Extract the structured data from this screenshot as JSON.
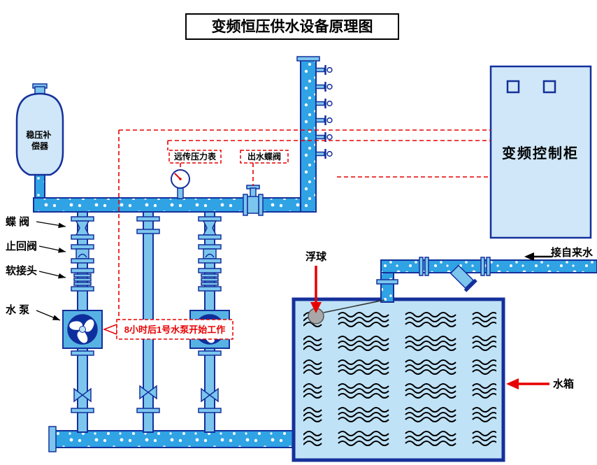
{
  "title": "变频恒压供水设备原理图",
  "labels": {
    "compensator_line1": "稳压补",
    "compensator_line2": "偿器",
    "butterfly_valve": "蝶 阀",
    "check_valve": "止回阀",
    "soft_joint": "软接头",
    "water_pump": "水 泵",
    "remote_pressure_gauge": "远传压力表",
    "outlet_butterfly_valve": "出水蝶阀",
    "control_cabinet": "变频控制柜",
    "float_ball": "浮球",
    "tap_water_inlet": "接自来水",
    "water_tank": "水箱",
    "callout_pump_start": "8小时后1号水泵开始工作"
  },
  "colors": {
    "outline": "#15309b",
    "pipe": "#2fa3e4",
    "pipe_light": "#7cc6ee",
    "panel": "#cfe7f8",
    "tank_fill": "#bfe2f7",
    "pump_body": "#57b2e4",
    "impeller": "#0d2f9e",
    "red": "#e80000",
    "float_gray": "#a8a8a8"
  }
}
